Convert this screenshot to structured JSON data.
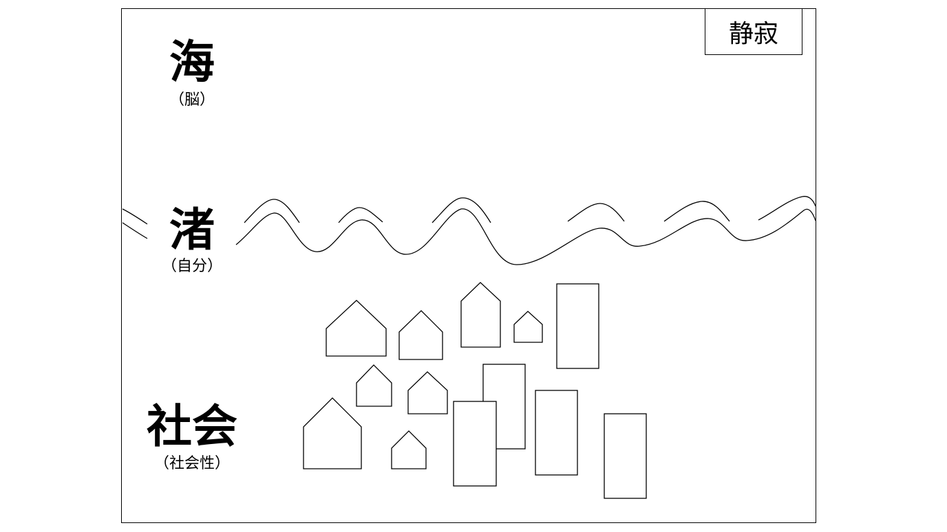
{
  "stamp": "静寂",
  "layers": {
    "sea": {
      "label": "海",
      "sub": "（脳）"
    },
    "shore": {
      "label": "渚",
      "sub": "（自分）"
    },
    "society": {
      "label": "社会",
      "sub": "（社会性）"
    }
  }
}
